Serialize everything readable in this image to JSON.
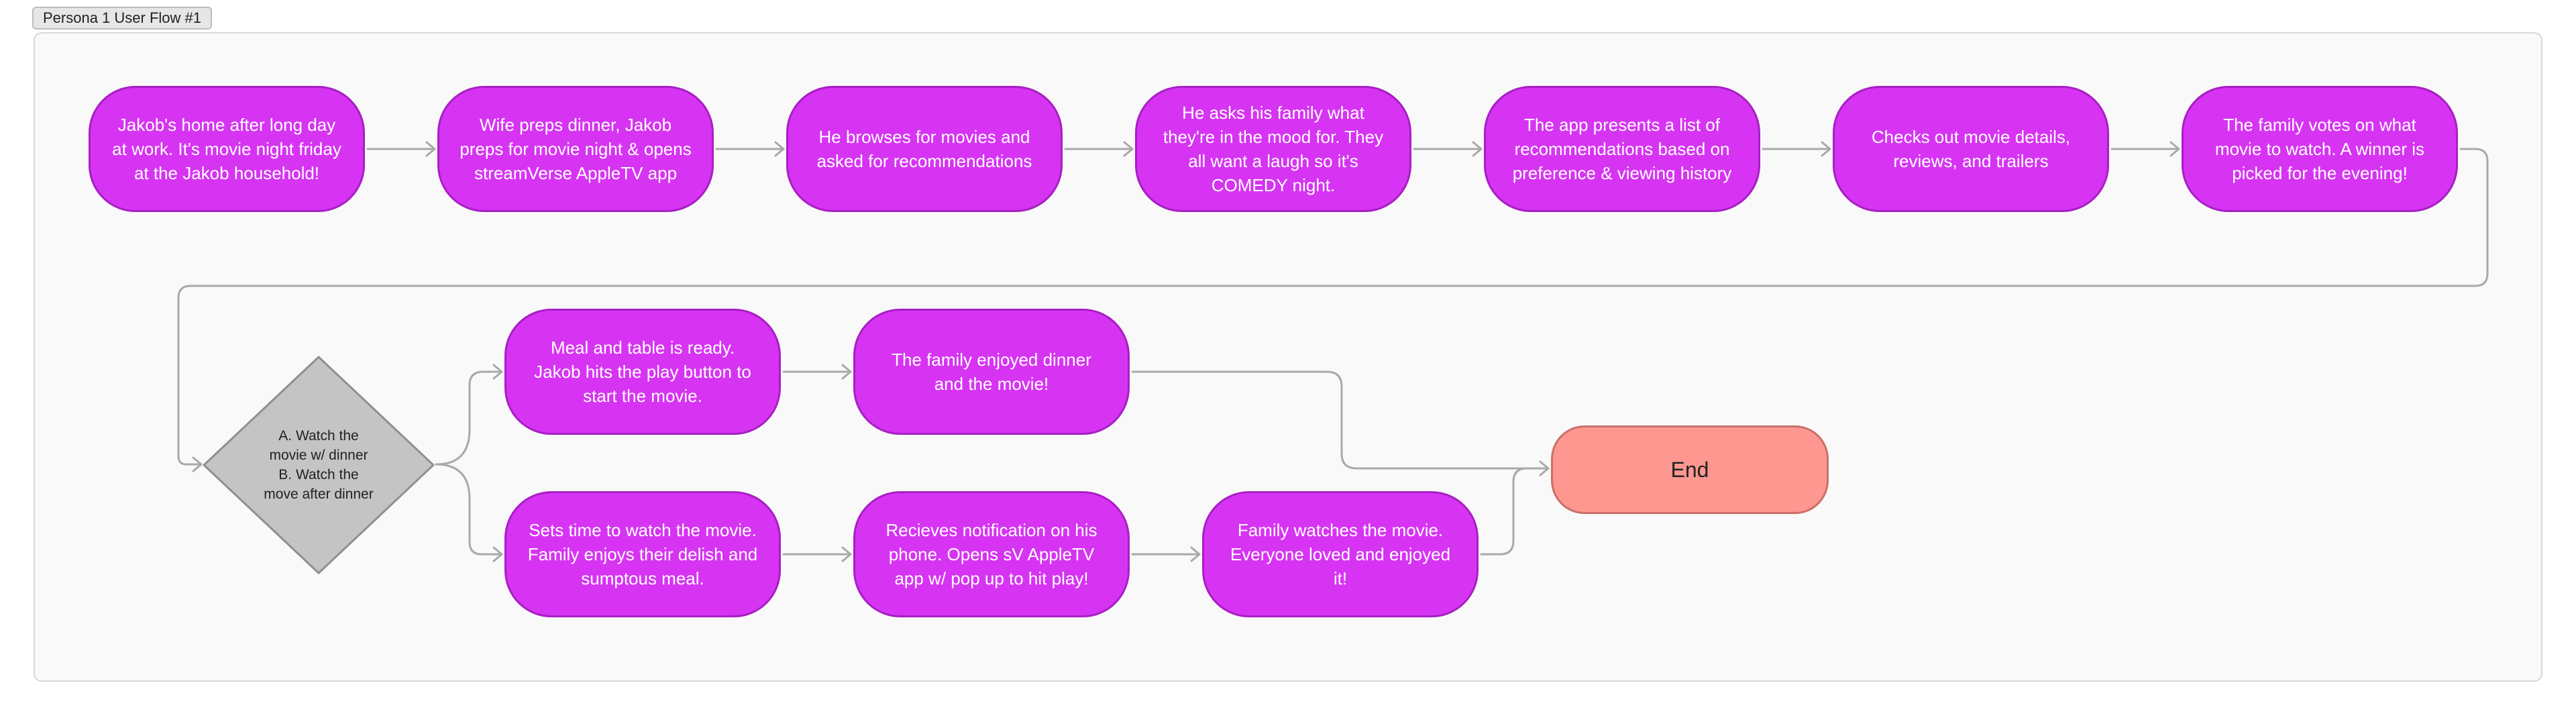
{
  "frame": {
    "label": "Persona 1 User Flow #1"
  },
  "flow": {
    "row1": [
      "Jakob's home after long day at work. It's movie night friday at the Jakob household!",
      "Wife preps dinner, Jakob preps for movie night & opens streamVerse AppleTV app",
      "He browses for movies and asked for recommendations",
      "He asks his family what they're in the mood for. They all want a laugh so it's COMEDY night.",
      "The app presents a list of recommendations based on preference & viewing history",
      "Checks out movie details, reviews, and trailers",
      "The family votes on what movie to watch. A winner is picked for the evening!"
    ],
    "decision": {
      "lines": [
        "A. Watch the",
        "movie w/ dinner",
        "B. Watch the",
        "move after dinner"
      ]
    },
    "branch_a": [
      "Meal and table is ready. Jakob hits the play button to start the movie.",
      "The family enjoyed dinner and the movie!"
    ],
    "branch_b": [
      "Sets time to watch the movie. Family enjoys their delish and sumptous meal.",
      "Recieves notification on his phone. Opens sV AppleTV app w/ pop up to hit play!",
      "Family watches the movie. Everyone loved and enjoyed it!"
    ],
    "end": "End"
  },
  "colors": {
    "step_fill": "#d634f2",
    "step_border": "#a81fc4",
    "end_fill": "#fd978f",
    "decision_fill": "#c4c4c4",
    "connector": "#a9a9a9"
  }
}
